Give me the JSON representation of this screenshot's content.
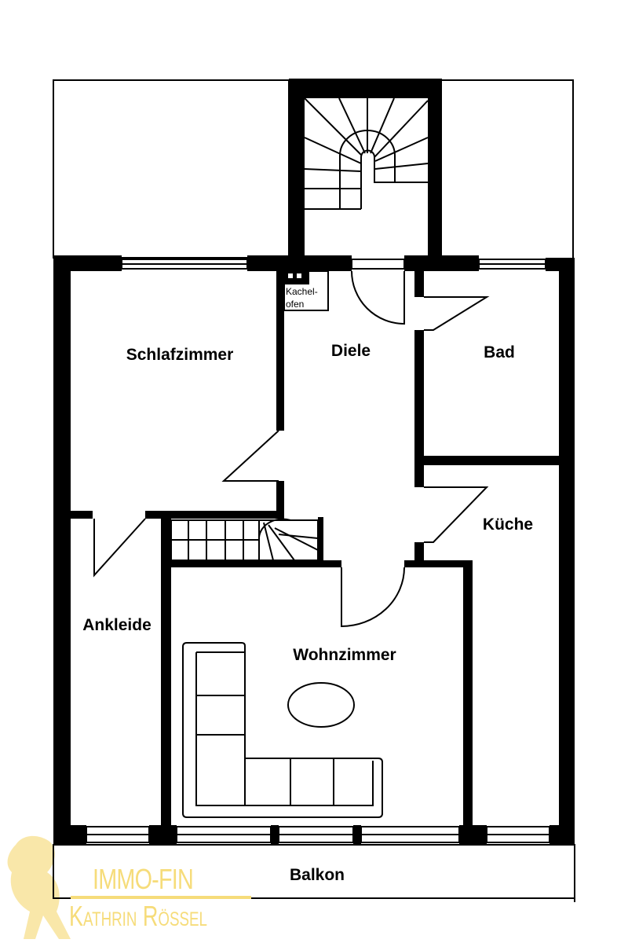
{
  "rooms": {
    "schlafzimmer": "Schlafzimmer",
    "diele": "Diele",
    "bad": "Bad",
    "kueche": "Küche",
    "ankleide": "Ankleide",
    "wohnzimmer": "Wohnzimmer",
    "balkon": "Balkon",
    "kachelofen_line1": "Kachel-",
    "kachelofen_line2": "ofen"
  },
  "logo": {
    "line1": "IMMO-FIN",
    "line2": "Kathrin Rössel",
    "color": "#f6dc7a"
  }
}
